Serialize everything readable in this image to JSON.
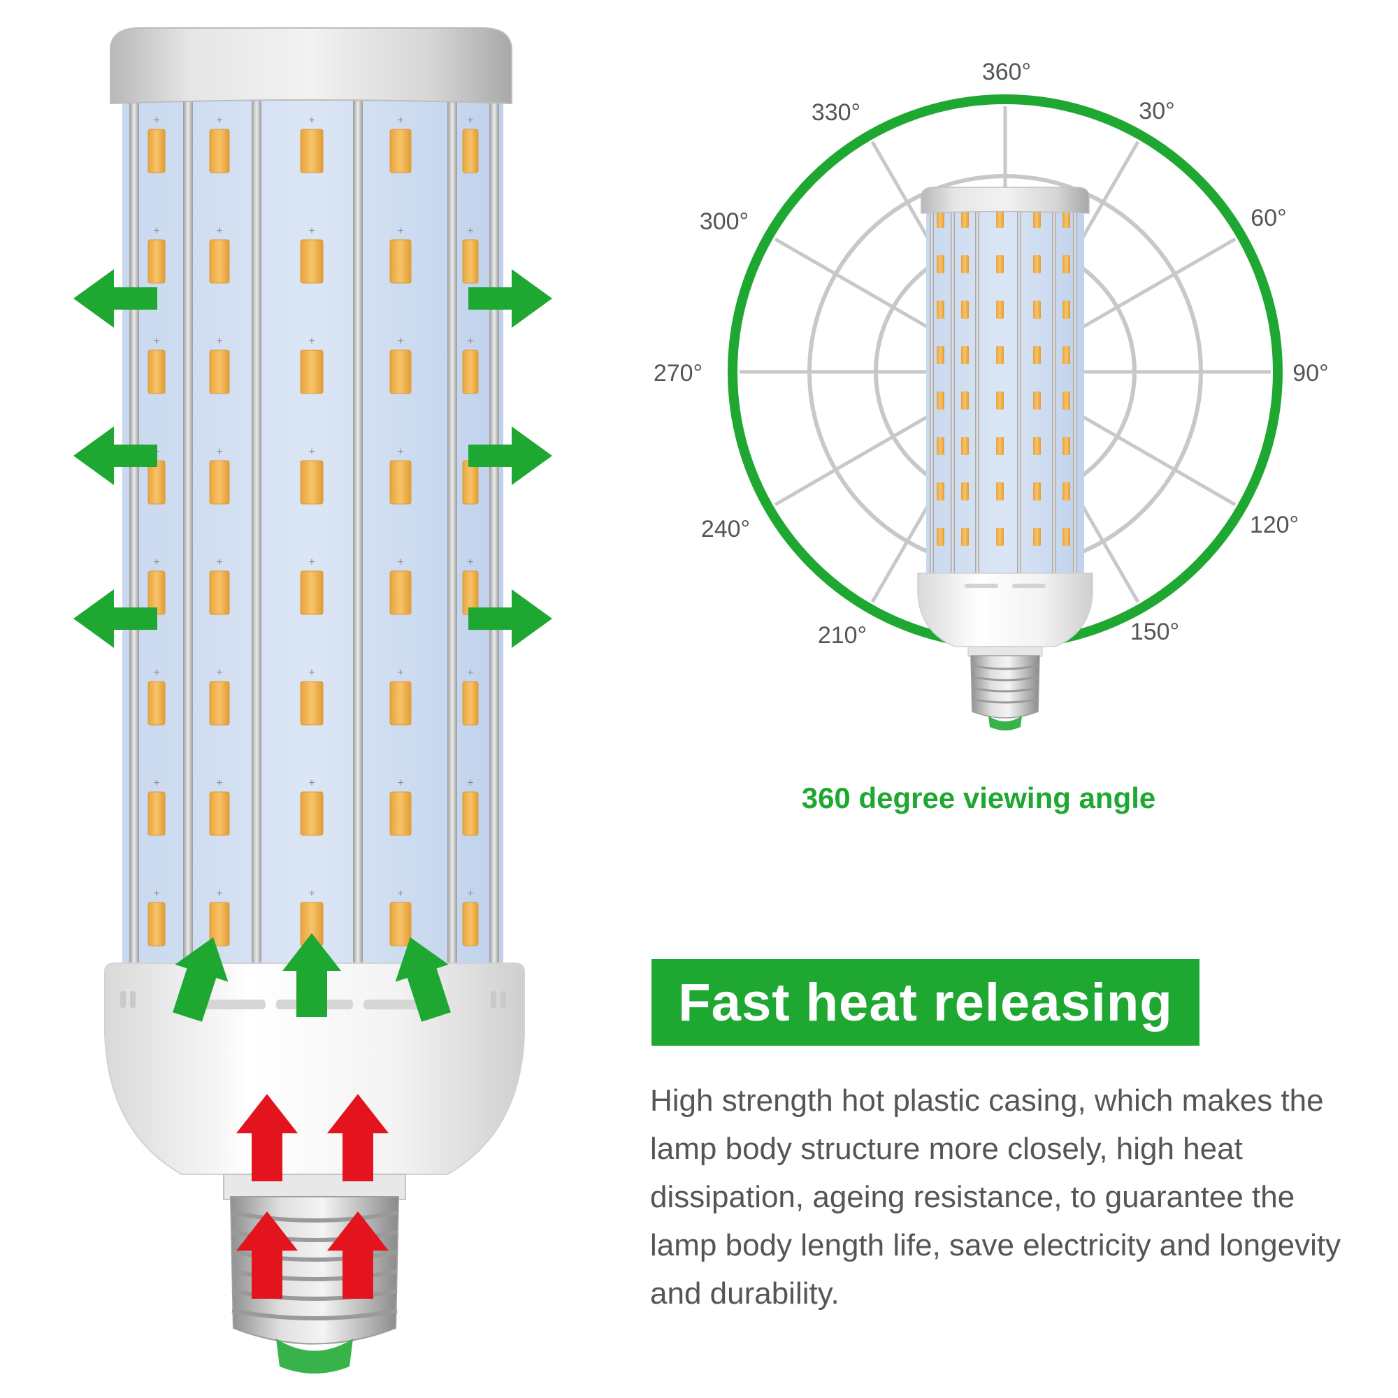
{
  "colors": {
    "accent_green": "#1ea832",
    "heat_red": "#e3141d",
    "text_gray": "#555555",
    "panel_blue": "#bdd0ec",
    "led_amber": "#f2b149"
  },
  "icons": {
    "side_arrows": "arrow-left-icon / arrow-right-icon",
    "vent_arrows": "arrow-up-icon",
    "heat_arrows": "arrow-up-icon"
  },
  "polar": {
    "labels": [
      "360°",
      "30°",
      "60°",
      "90°",
      "120°",
      "150°",
      "210°",
      "240°",
      "270°",
      "300°",
      "330°"
    ],
    "caption": "360 degree viewing angle"
  },
  "heat": {
    "title": "Fast heat releasing",
    "description": "High strength hot plastic casing, which makes the lamp body structure more closely, high heat dissipation, ageing resistance, to guarantee the lamp body length life, save electricity and longevity and durability."
  }
}
